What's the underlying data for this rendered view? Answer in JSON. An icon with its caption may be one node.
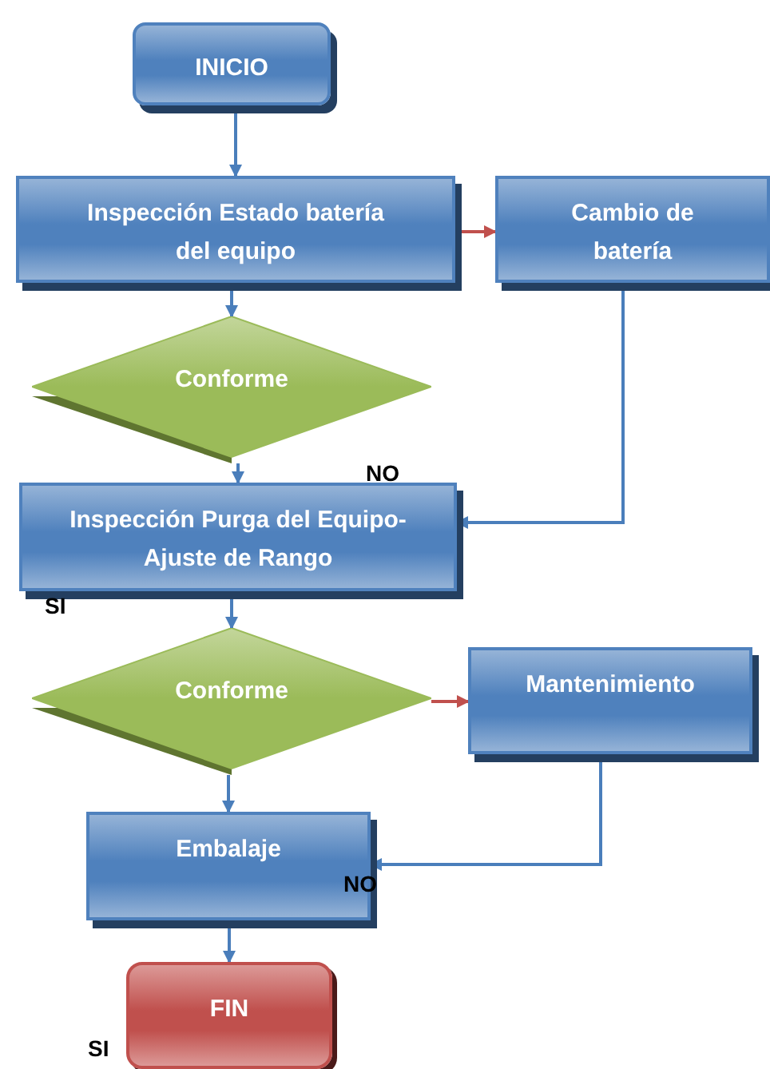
{
  "diagram": {
    "nodes": [
      {
        "text": [
          "INICIO"
        ]
      },
      {
        "text": [
          "Inspección Estado batería del equipo"
        ]
      },
      {
        "text": [
          "Cambio de batería"
        ]
      },
      {
        "text": [
          "Conforme"
        ]
      },
      {
        "text": [
          "Inspección Purga del Equipo- Ajuste de Rango"
        ]
      },
      {
        "text": [
          "Conforme"
        ]
      },
      {
        "text": [
          "Mantenimiento"
        ]
      },
      {
        "text": [
          "Embalaje"
        ]
      },
      {
        "text": [
          "FIN"
        ]
      }
    ],
    "edges": [
      {
        "from": 0,
        "to": 1,
        "arrow": "to"
      },
      {
        "from": 1,
        "to": 2,
        "arrow": "to",
        "color": "#c0504d"
      },
      {
        "from": 1,
        "to": 3,
        "arrow": "to"
      },
      {
        "from": 3,
        "to": 4,
        "arrow": "to"
      },
      {
        "from": 2,
        "to": 4,
        "arrow": "to"
      },
      {
        "from": 4,
        "to": 5,
        "arrow": "to"
      },
      {
        "from": 5,
        "to": 6,
        "arrow": "to",
        "color": "#c0504d"
      },
      {
        "from": 5,
        "to": 7,
        "arrow": "to"
      },
      {
        "from": 6,
        "to": 7,
        "arrow": "to"
      },
      {
        "from": 7,
        "to": 8,
        "arrow": "to"
      }
    ],
    "labels": [
      "NO",
      "SI",
      "NO",
      "SI"
    ]
  }
}
